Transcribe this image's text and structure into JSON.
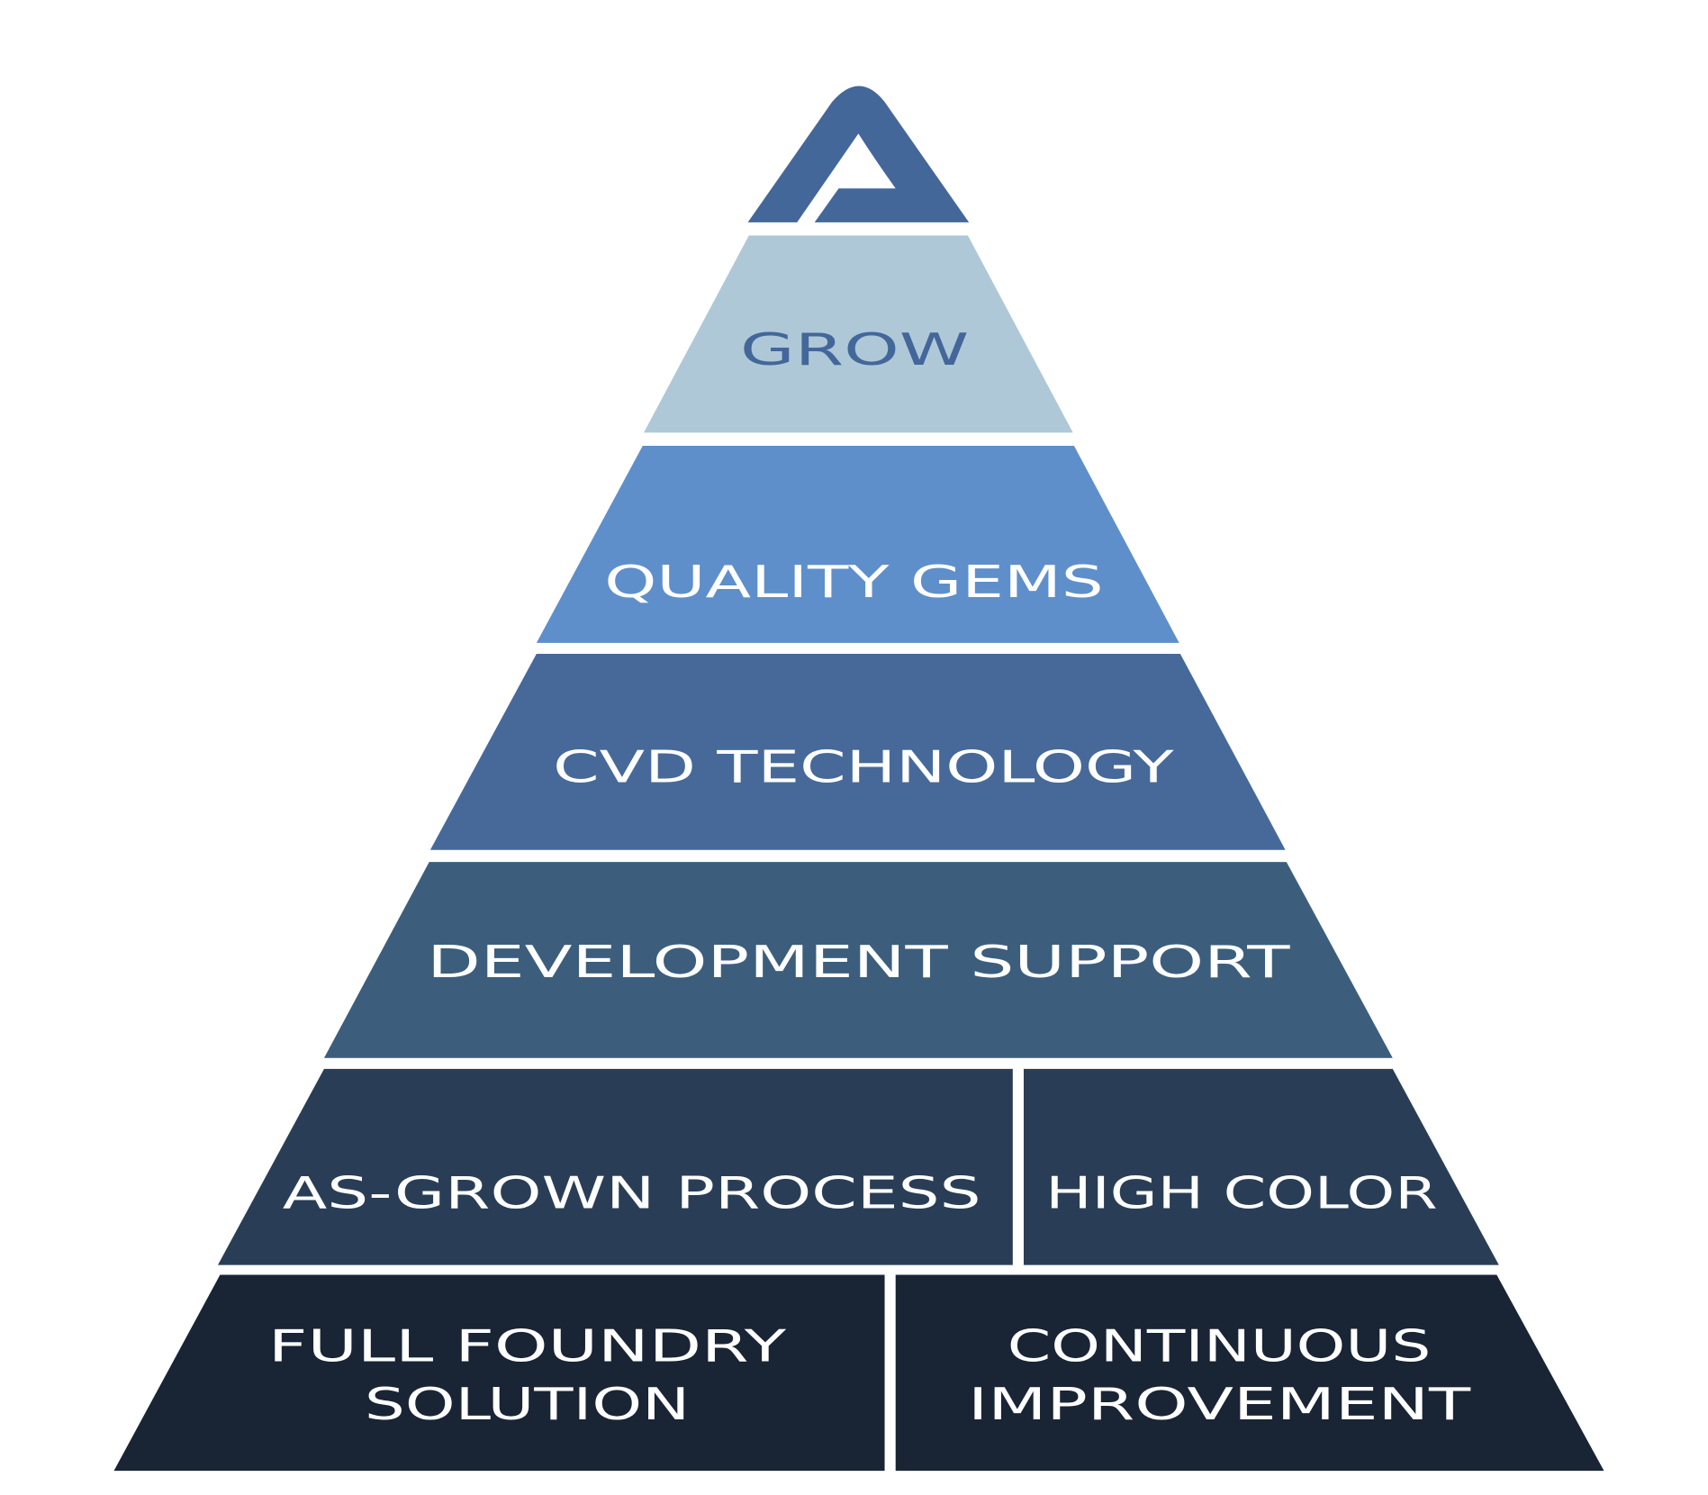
{
  "logo": {
    "icon": "a-triangle-logo-icon",
    "color": "#44679A"
  },
  "layers": [
    {
      "label": "GROW",
      "color": "#AEC8D8",
      "text_color": "#44679A"
    },
    {
      "label": "QUALITY GEMS",
      "color": "#5E8FCB",
      "text_color": "#FFFFFF"
    },
    {
      "label": "CVD TECHNOLOGY",
      "color": "#46699A",
      "text_color": "#FFFFFF"
    },
    {
      "label": "DEVELOPMENT SUPPORT",
      "color": "#3C5E7C",
      "text_color": "#FFFFFF"
    }
  ],
  "row5": {
    "left": "as-GROWN PROCESS",
    "right": "HIGH COLOR",
    "color": "#293E56"
  },
  "row6": {
    "left_line1": "FULL FOUNDRY",
    "left_line2": "SOLUTION",
    "right_line1": "CONTINUOUS",
    "right_line2": "IMPROVEMENT",
    "color": "#192435"
  }
}
